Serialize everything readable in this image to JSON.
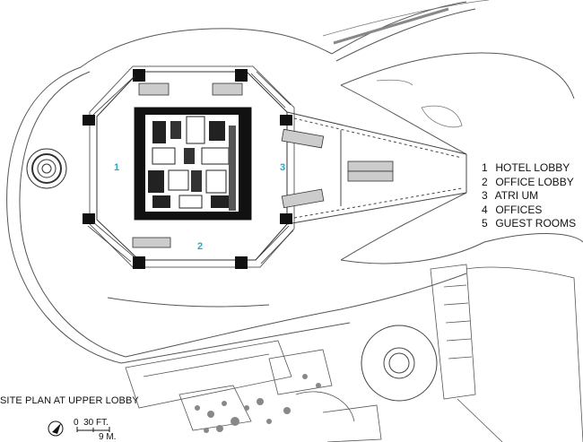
{
  "legend": [
    {
      "num": "1",
      "label": "HOTEL LOBBY"
    },
    {
      "num": "2",
      "label": "OFFICE LOBBY"
    },
    {
      "num": "3",
      "label": "ATRI UM"
    },
    {
      "num": "4",
      "label": "OFFICES"
    },
    {
      "num": "5",
      "label": "GUEST ROOMS"
    }
  ],
  "plan_labels": {
    "room1": "1",
    "room2": "2",
    "room3": "3"
  },
  "title": "SITE PLAN AT UPPER LOBBY",
  "scale": {
    "north": "N",
    "zero": "0",
    "feet": "30 FT.",
    "meters": "9 M."
  },
  "colors": {
    "accent": "#2aa7c9",
    "ink": "#111111",
    "line": "#555555"
  }
}
